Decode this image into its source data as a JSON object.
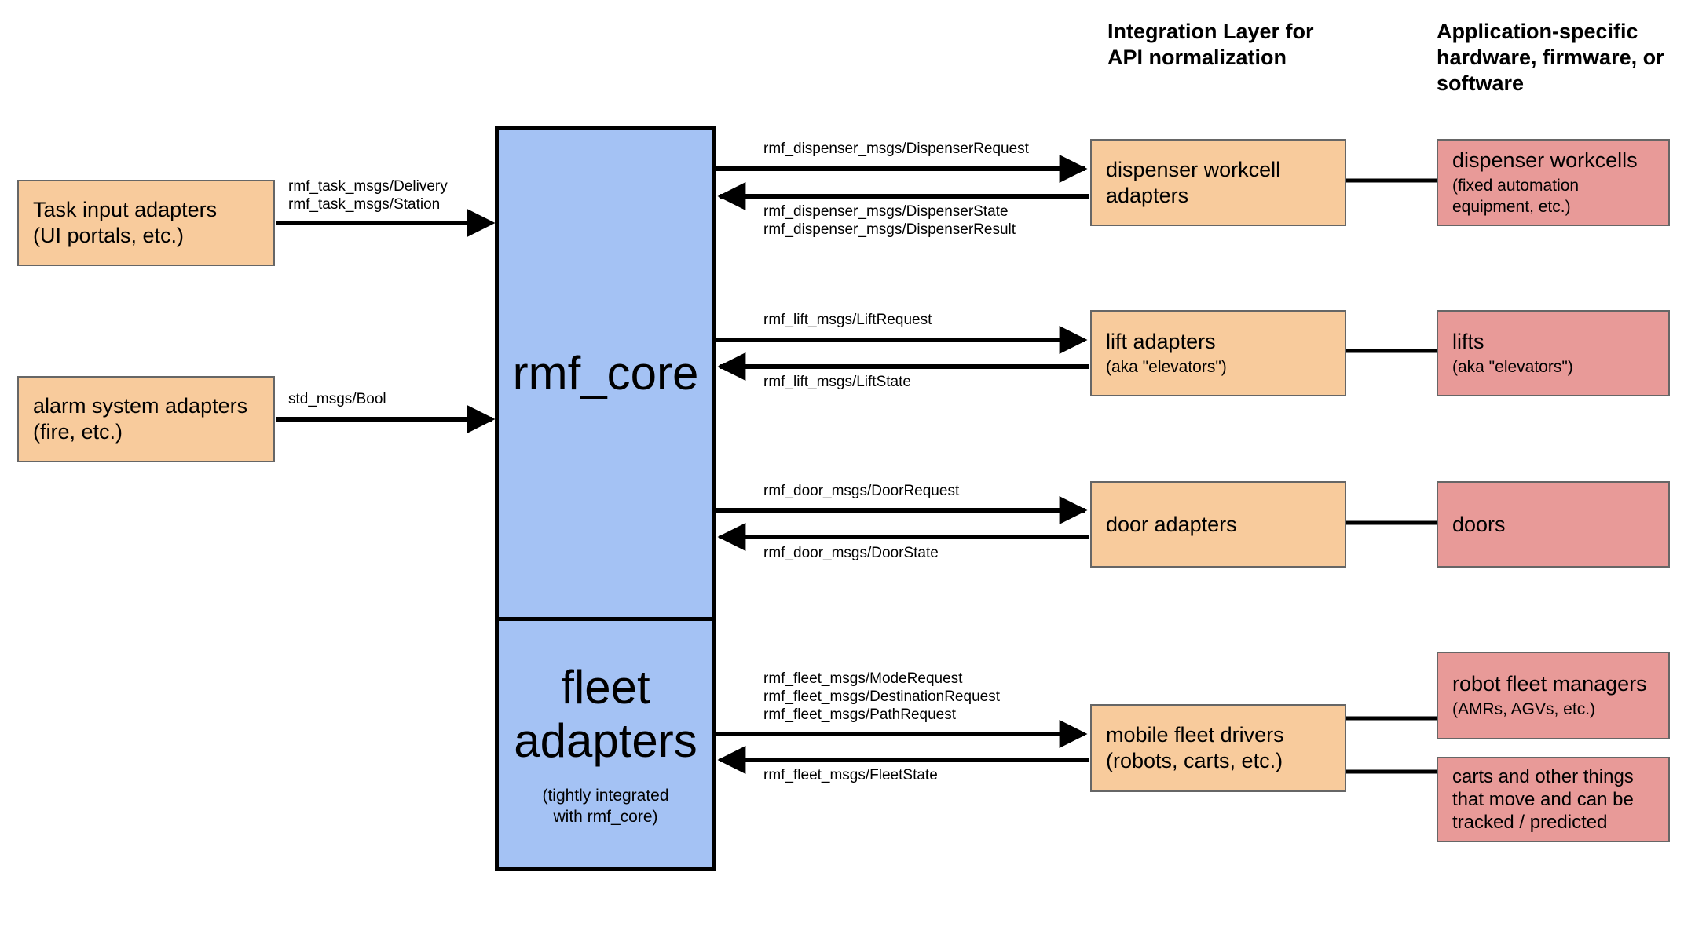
{
  "headers": {
    "integration_layer": [
      "Integration Layer for",
      "API normalization"
    ],
    "application_specific": [
      "Application-specific",
      "hardware, firmware, or",
      "software"
    ]
  },
  "inputs": [
    {
      "lines": [
        "Task input adapters",
        "(UI portals, etc.)"
      ],
      "messages": [
        "rmf_task_msgs/Delivery",
        "rmf_task_msgs/Station"
      ]
    },
    {
      "lines": [
        "alarm system adapters",
        "(fire, etc.)"
      ],
      "messages": [
        "std_msgs/Bool"
      ]
    }
  ],
  "core": {
    "rmf_core": "rmf_core",
    "fleet_lines": [
      "fleet",
      "adapters"
    ],
    "fleet_sub_lines": [
      "(tightly integrated",
      "with rmf_core)"
    ]
  },
  "links": [
    {
      "request": [
        "rmf_dispenser_msgs/DispenserRequest"
      ],
      "response": [
        "rmf_dispenser_msgs/DispenserState",
        "rmf_dispenser_msgs/DispenserResult"
      ]
    },
    {
      "request": [
        "rmf_lift_msgs/LiftRequest"
      ],
      "response": [
        "rmf_lift_msgs/LiftState"
      ]
    },
    {
      "request": [
        "rmf_door_msgs/DoorRequest"
      ],
      "response": [
        "rmf_door_msgs/DoorState"
      ]
    },
    {
      "request": [
        "rmf_fleet_msgs/ModeRequest",
        "rmf_fleet_msgs/DestinationRequest",
        "rmf_fleet_msgs/PathRequest"
      ],
      "response": [
        "rmf_fleet_msgs/FleetState"
      ]
    }
  ],
  "adapters": [
    {
      "lines": [
        "dispenser workcell",
        "adapters"
      ],
      "sub": ""
    },
    {
      "lines": [
        "lift adapters"
      ],
      "sub": "(aka \"elevators\")"
    },
    {
      "lines": [
        "door adapters"
      ],
      "sub": ""
    },
    {
      "lines": [
        "mobile fleet drivers",
        "(robots, carts, etc.)"
      ],
      "sub": ""
    }
  ],
  "hardware": [
    {
      "lines": [
        "dispenser workcells"
      ],
      "sub_lines": [
        "(fixed automation",
        "equipment, etc.)"
      ]
    },
    {
      "lines": [
        "lifts"
      ],
      "sub_lines": [
        "(aka \"elevators\")"
      ]
    },
    {
      "lines": [
        "doors"
      ],
      "sub_lines": []
    },
    {
      "lines": [
        "robot fleet managers"
      ],
      "sub_lines": [
        "(AMRs, AGVs, etc.)"
      ]
    },
    {
      "lines": [],
      "sub_lines": [
        "carts and other things",
        "that move and can be",
        "tracked / predicted"
      ]
    }
  ],
  "colors": {
    "adapter_fill": "#f8cb9c",
    "hardware_fill": "#e89a98",
    "core_fill": "#a4c2f4",
    "arrow": "#000000"
  }
}
